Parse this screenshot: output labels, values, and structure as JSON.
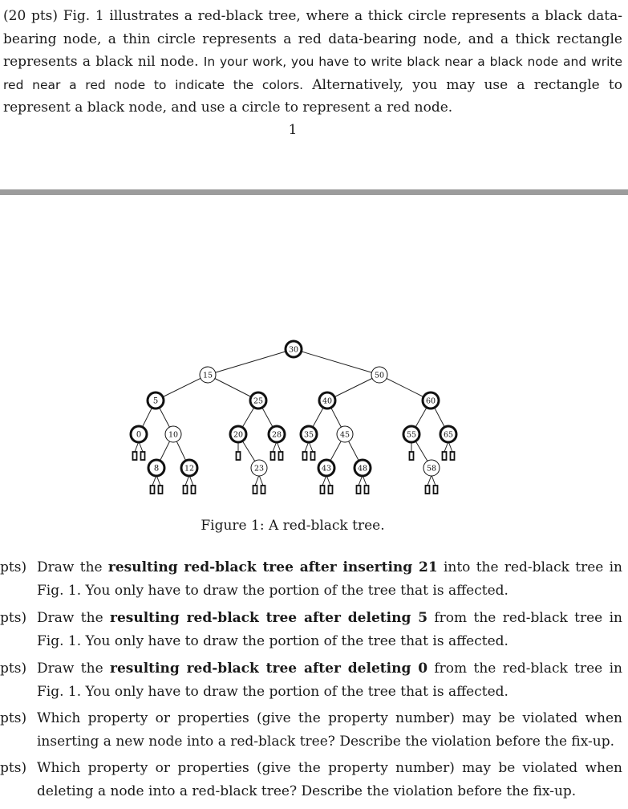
{
  "intro": {
    "part1": "(20 pts) Fig. 1 illustrates a red-black tree, where a thick circle represents a black data-bearing node, a thin circle represents a red data-bearing node, and a thick rectangle represents a black nil node. ",
    "part2": "In your work, you have to write black near a black node and write red near a red node to indicate the colors.",
    "part3": " Alternatively, you may use a rectangle to represent a black node, and use a circle to represent a red node."
  },
  "page_number": "1",
  "figure": {
    "caption": "Figure 1: A red-black tree.",
    "nodes": [
      {
        "key": "30",
        "color": "black",
        "parent": null
      },
      {
        "key": "15",
        "color": "red",
        "parent": "30"
      },
      {
        "key": "50",
        "color": "red",
        "parent": "30"
      },
      {
        "key": "5",
        "color": "black",
        "parent": "15"
      },
      {
        "key": "25",
        "color": "black",
        "parent": "15"
      },
      {
        "key": "40",
        "color": "black",
        "parent": "50"
      },
      {
        "key": "60",
        "color": "black",
        "parent": "50"
      },
      {
        "key": "0",
        "color": "black",
        "parent": "5"
      },
      {
        "key": "10",
        "color": "red",
        "parent": "5"
      },
      {
        "key": "20",
        "color": "black",
        "parent": "25"
      },
      {
        "key": "28",
        "color": "black",
        "parent": "25"
      },
      {
        "key": "35",
        "color": "black",
        "parent": "40"
      },
      {
        "key": "45",
        "color": "red",
        "parent": "40"
      },
      {
        "key": "55",
        "color": "black",
        "parent": "60"
      },
      {
        "key": "65",
        "color": "black",
        "parent": "60"
      },
      {
        "key": "8",
        "color": "black",
        "parent": "10"
      },
      {
        "key": "12",
        "color": "black",
        "parent": "10"
      },
      {
        "key": "23",
        "color": "red",
        "parent": "20"
      },
      {
        "key": "43",
        "color": "black",
        "parent": "45"
      },
      {
        "key": "48",
        "color": "black",
        "parent": "45"
      },
      {
        "key": "58",
        "color": "red",
        "parent": "55"
      }
    ],
    "nil_parents": [
      "0",
      "0",
      "8",
      "8",
      "12",
      "12",
      "20",
      "23",
      "23",
      "28",
      "28",
      "35",
      "35",
      "43",
      "43",
      "48",
      "48",
      "55",
      "58",
      "58",
      "65",
      "65"
    ]
  },
  "questions": [
    {
      "pts": "pts)",
      "pre": "Draw the ",
      "bold": "resulting red-black tree after inserting 21",
      "post": " into the red-black tree in Fig. 1. You only have to draw the portion of the tree that is affected."
    },
    {
      "pts": "pts)",
      "pre": "Draw the ",
      "bold": "resulting red-black tree after deleting 5",
      "post": " from the red-black tree in Fig. 1. You only have to draw the portion of the tree that is affected."
    },
    {
      "pts": "pts)",
      "pre": "Draw the ",
      "bold": "resulting red-black tree after deleting 0",
      "post": " from the red-black tree in Fig. 1. You only have to draw the portion of the tree that is affected."
    },
    {
      "pts": "pts)",
      "pre": "Which property or properties (give the property number) may be violated when inserting a new node into a red-black tree? Describe the violation before the fix-up.",
      "bold": "",
      "post": ""
    },
    {
      "pts": "pts)",
      "pre": "Which property or properties (give the property number) may be violated when deleting a node into a red-black tree? Describe the violation before the fix-up.",
      "bold": "",
      "post": ""
    }
  ]
}
